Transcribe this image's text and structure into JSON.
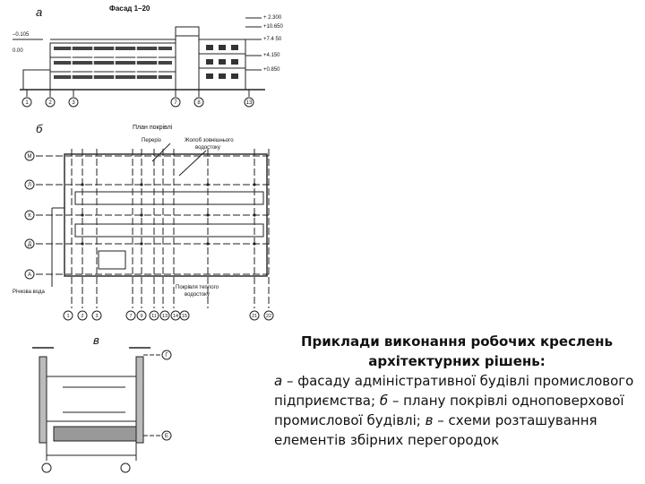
{
  "figure_a": {
    "letter": "а",
    "title": "Фасад 1–20",
    "levels_right": [
      "+ 2.300",
      "+10.650",
      "+7.4 50",
      "+4.150",
      "+0.850"
    ],
    "levels_left": [
      "–0.105",
      "0.00"
    ],
    "axis_labels": [
      "1",
      "2",
      "3",
      "7",
      "8",
      "13"
    ]
  },
  "figure_b": {
    "letter": "б",
    "title": "План покрівлі",
    "note_section": "Переріз",
    "note_gutter": "Жолоб зовнішнього",
    "note_water": "водостоку",
    "note_drain": "Покрівля теплого",
    "note_base": "водостоку",
    "row_labels": [
      "М",
      "Л",
      "К",
      "Д",
      "А"
    ],
    "bottom_note": "Річкова вода",
    "col_labels": [
      "1",
      "2",
      "3",
      "7",
      "9",
      "11",
      "13",
      "14",
      "15",
      "21",
      "22"
    ]
  },
  "figure_v": {
    "letter": "в",
    "axis_labels": [
      "Г",
      "Е"
    ]
  },
  "caption": {
    "title_line1": "Приклади виконання робочих креслень",
    "title_line2": "архітектурних рішень:",
    "a_letter": "а",
    "a_text": " – фасаду адміністративної будівлі промислового підприємства; ",
    "b_letter": "б",
    "b_text": " – плану покрівлі одноповерхової промислової будівлі; ",
    "v_letter": "в",
    "v_text": " – схеми розташування елементів збірних перегородок"
  }
}
